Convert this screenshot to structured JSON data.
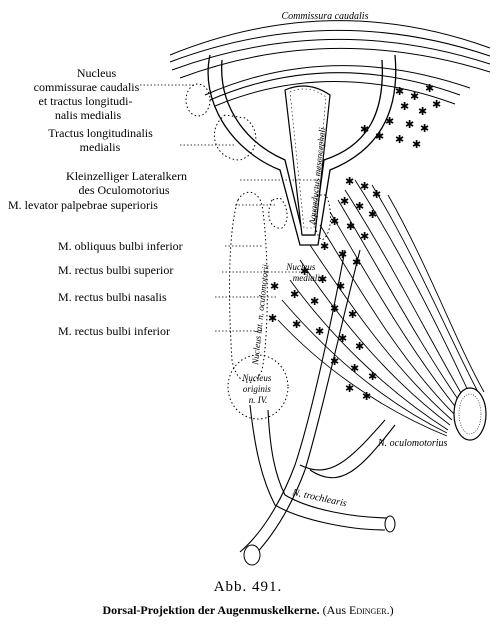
{
  "labels": {
    "commissura": "Commissura caudalis",
    "nucleus_commissurae": [
      "Nucleus",
      "commissurae caudalis",
      "et tractus longitudi-",
      "nalis medialis"
    ],
    "tractus": [
      "Tractus longitudinalis",
      "medialis"
    ],
    "kleinzelliger": [
      "Kleinzelliger Lateralkern",
      "des Oculomotorius"
    ],
    "levator": "M. levator palpebrae superioris",
    "obliquus": "M. obliquus bulbi inferior",
    "rectus_superior": "M. rectus bulbi superior",
    "rectus_nasalis": "M. rectus bulbi nasalis",
    "rectus_inferior": "M. rectus bulbi inferior",
    "aquaeductus": "Aquaeductus mesencephali",
    "nucleus_medialis": [
      "Nucleus",
      "medialis"
    ],
    "nucleus_lat": "Nucleus lat. n. oculomotorii",
    "nucleus_originis": [
      "Nucleus",
      "originis",
      "n. IV."
    ],
    "n_oculomotorius": "N. oculomotorius",
    "n_trochlearis": "N. trochlearis"
  },
  "figure_number": "Abb. 491.",
  "caption": {
    "main": "Dorsal-Projektion der Augenmuskelkerne.",
    "source_prefix": "(Aus ",
    "source_author": "Edinger",
    "source_suffix": ".)"
  }
}
